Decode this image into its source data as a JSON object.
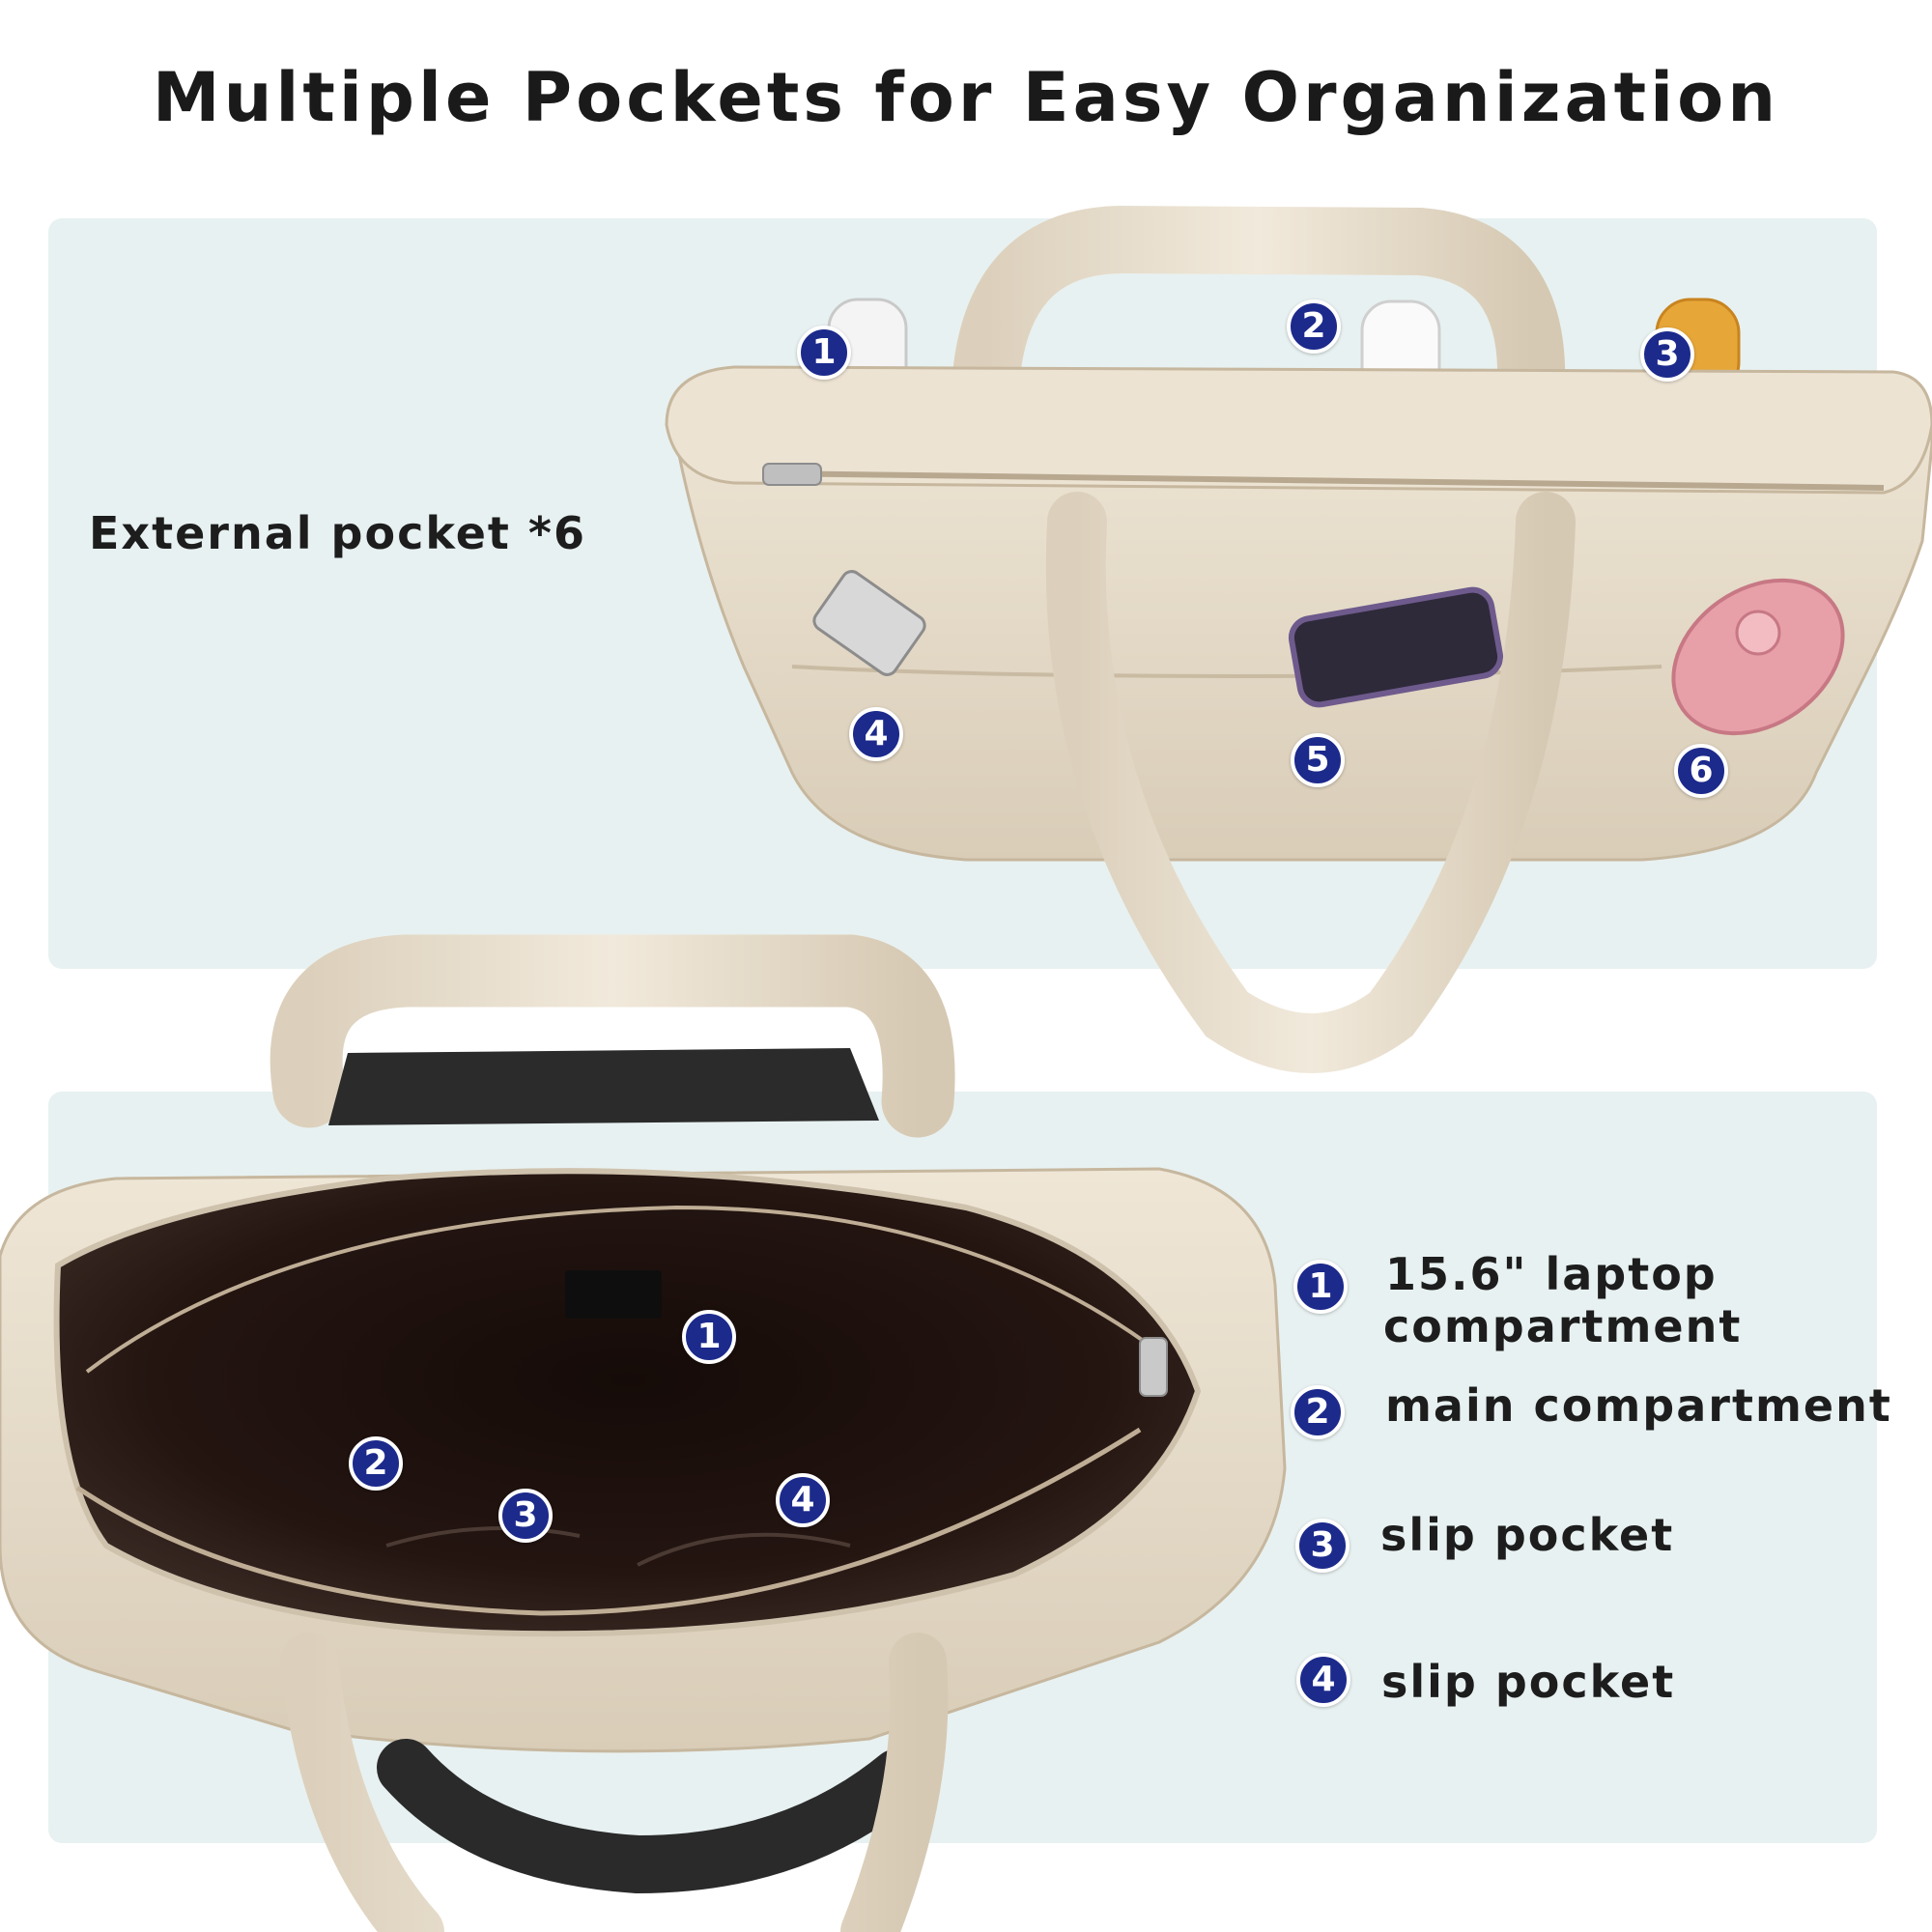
{
  "title": "Multiple Pockets for Easy Organization",
  "external": {
    "label": "External pocket *6",
    "badges": [
      "1",
      "2",
      "3",
      "4",
      "5",
      "6"
    ]
  },
  "internal": {
    "badges": [
      "1",
      "2",
      "3",
      "4"
    ],
    "legend": [
      {
        "number": "1",
        "line1": "15.6\" laptop",
        "line2": "compartment"
      },
      {
        "number": "2",
        "line1": "main compartment"
      },
      {
        "number": "3",
        "line1": "slip pocket"
      },
      {
        "number": "4",
        "line1": "slip pocket"
      }
    ]
  },
  "colors": {
    "badge": "#1c2a8c",
    "panel": "#e8f1f1",
    "bag": "#e6dccb",
    "lining": "#1a0f0c"
  }
}
